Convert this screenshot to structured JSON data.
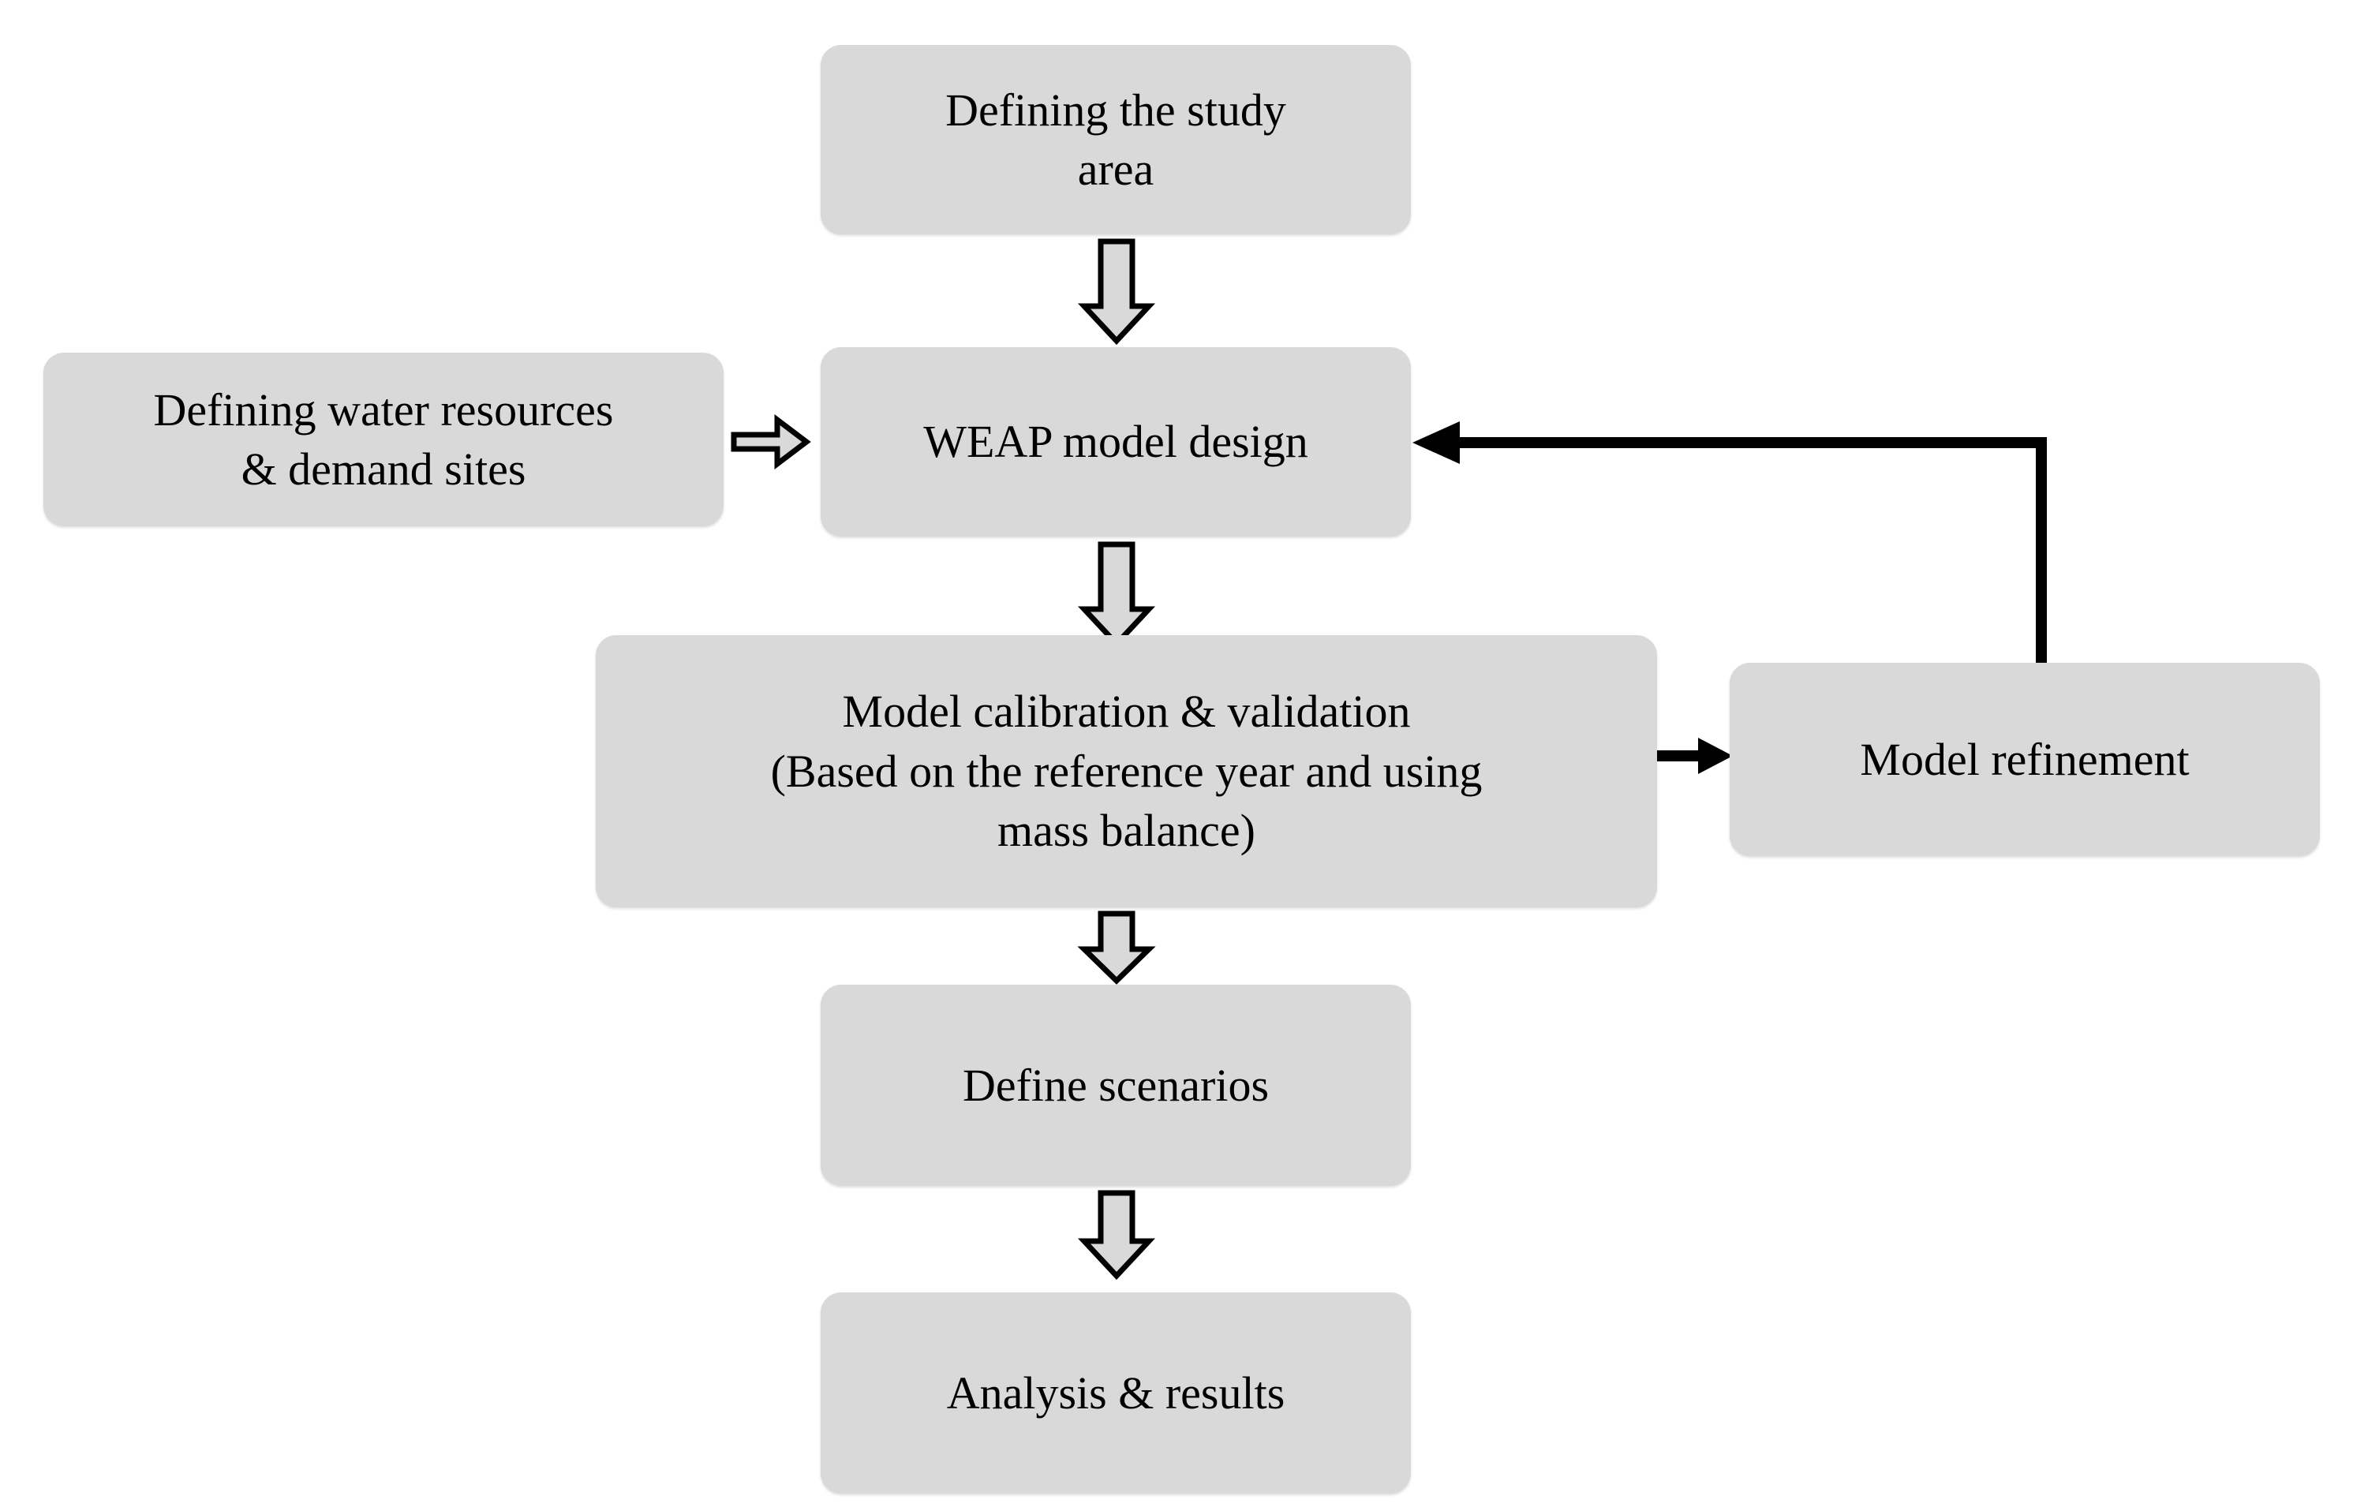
{
  "figure": {
    "type": "flowchart",
    "orientation": "top-to-bottom",
    "background_color": "#ffffff",
    "node_fill_color": "#d9d9d9",
    "node_border_radius": "26px",
    "line_color": "#000000"
  },
  "nodes": {
    "study_area": {
      "label": "Defining the study\narea"
    },
    "water_res": {
      "label": "Defining water resources\n& demand sites"
    },
    "weap": {
      "label": "WEAP model design"
    },
    "calibration": {
      "label": "Model calibration & validation\n(Based on the reference year and using\nmass balance)"
    },
    "refinement": {
      "label": "Model refinement"
    },
    "scenarios": {
      "label": "Define scenarios"
    },
    "analysis": {
      "label": "Analysis & results"
    }
  },
  "connectors": [
    {
      "name": "study-area-to-weap",
      "from": "study_area",
      "to": "weap",
      "style": "block-arrow",
      "direction": "down"
    },
    {
      "name": "water-res-to-weap",
      "from": "water_res",
      "to": "weap",
      "style": "block-arrow",
      "direction": "right"
    },
    {
      "name": "weap-to-calibration",
      "from": "weap",
      "to": "calibration",
      "style": "block-arrow",
      "direction": "down"
    },
    {
      "name": "calibration-to-refinement",
      "from": "calibration",
      "to": "refinement",
      "style": "solid-arrow",
      "direction": "right"
    },
    {
      "name": "refinement-to-weap",
      "from": "refinement",
      "to": "weap",
      "style": "solid-elbow-arrow",
      "direction": "up-then-left"
    },
    {
      "name": "calibration-to-scenarios",
      "from": "calibration",
      "to": "scenarios",
      "style": "block-arrow",
      "direction": "down"
    },
    {
      "name": "scenarios-to-analysis",
      "from": "scenarios",
      "to": "analysis",
      "style": "block-arrow",
      "direction": "down"
    }
  ]
}
